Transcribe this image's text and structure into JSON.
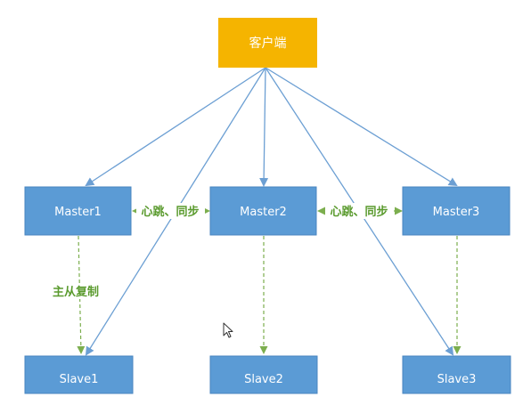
{
  "colors": {
    "client_fill": "#f5b400",
    "node_fill": "#5b9bd5",
    "node_stroke": "#4a86c0",
    "arrow_blue": "#6c9fd3",
    "arrow_green": "#7cae4e",
    "label_green": "#5b9b2f"
  },
  "diagram": {
    "client": {
      "label": "客户端"
    },
    "masters": [
      {
        "label": "Master1"
      },
      {
        "label": "Master2"
      },
      {
        "label": "Master3"
      }
    ],
    "slaves": [
      {
        "label": "Slave1"
      },
      {
        "label": "Slave2"
      },
      {
        "label": "Slave3"
      }
    ],
    "heartbeat_labels": [
      "心跳、同步",
      "心跳、同步"
    ],
    "replication_label": "主从复制"
  },
  "icons": {
    "cursor": "mouse-pointer-icon"
  }
}
